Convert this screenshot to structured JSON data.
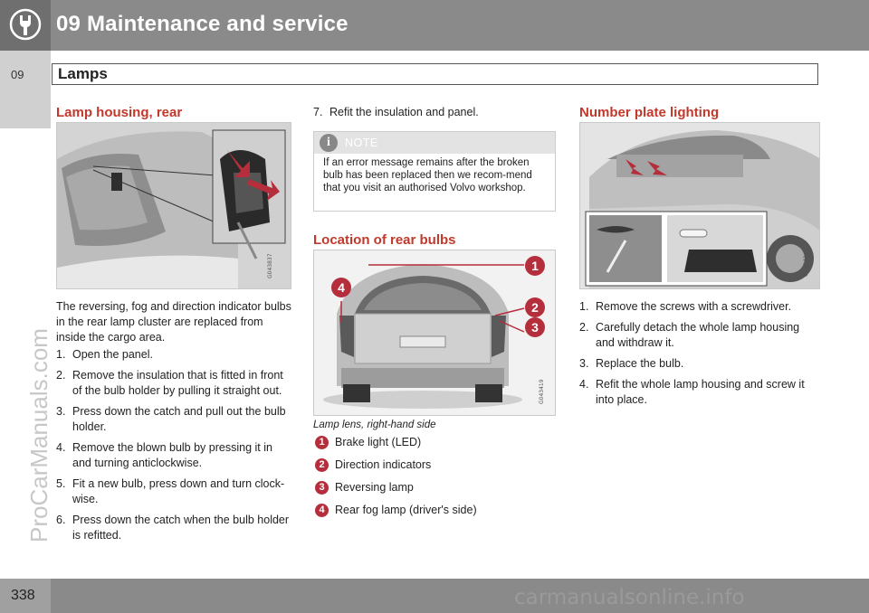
{
  "header": {
    "chapter_title": "09 Maintenance and service",
    "logo_icon": "wrench-icon"
  },
  "sidetab": {
    "chapter_number": "09"
  },
  "section": {
    "title": "Lamps"
  },
  "watermark": {
    "side": "ProCarManuals.com",
    "footer": "carmanualsonline.info"
  },
  "footer": {
    "page_number": "338"
  },
  "col1": {
    "heading": "Lamp housing, rear",
    "image_code": "G043837",
    "intro": "The reversing, fog and direction indicator bulbs in the rear lamp cluster are replaced from inside the cargo area.",
    "steps": [
      {
        "n": "1.",
        "text": "Open the panel."
      },
      {
        "n": "2.",
        "text": "Remove the insulation that is fitted in front of the bulb holder by pulling it straight out."
      },
      {
        "n": "3.",
        "text": "Press down the catch and pull out the bulb holder."
      },
      {
        "n": "4.",
        "text": "Remove the blown bulb by pressing it in and turning anticlockwise."
      },
      {
        "n": "5.",
        "text": "Fit a new bulb, press down and turn clock-wise."
      },
      {
        "n": "6.",
        "text": "Press down the catch when the bulb holder is refitted."
      }
    ]
  },
  "col2": {
    "step7": {
      "n": "7.",
      "text": "Refit the insulation and panel."
    },
    "note": {
      "icon": "info-icon",
      "label": "NOTE",
      "text": "If an error message remains after the broken bulb has been replaced then we recom-mend that you visit an authorised Volvo workshop."
    },
    "heading": "Location of rear bulbs",
    "image_code": "G043419",
    "callouts": [
      "1",
      "2",
      "3",
      "4"
    ],
    "caption": "Lamp lens, right-hand side",
    "legend": [
      {
        "num": "1",
        "label": "Brake light (LED)"
      },
      {
        "num": "2",
        "label": "Direction indicators"
      },
      {
        "num": "3",
        "label": "Reversing lamp"
      },
      {
        "num": "4",
        "label": "Rear fog lamp (driver's side)"
      }
    ],
    "accent_color": "#b52e3c"
  },
  "col3": {
    "heading": "Number plate lighting",
    "image_code": "G043424",
    "steps": [
      {
        "n": "1.",
        "text": "Remove the screws with a screwdriver."
      },
      {
        "n": "2.",
        "text": "Carefully detach the whole lamp housing and withdraw it."
      },
      {
        "n": "3.",
        "text": "Replace the bulb."
      },
      {
        "n": "4.",
        "text": "Refit the whole lamp housing and screw it into place."
      }
    ]
  }
}
